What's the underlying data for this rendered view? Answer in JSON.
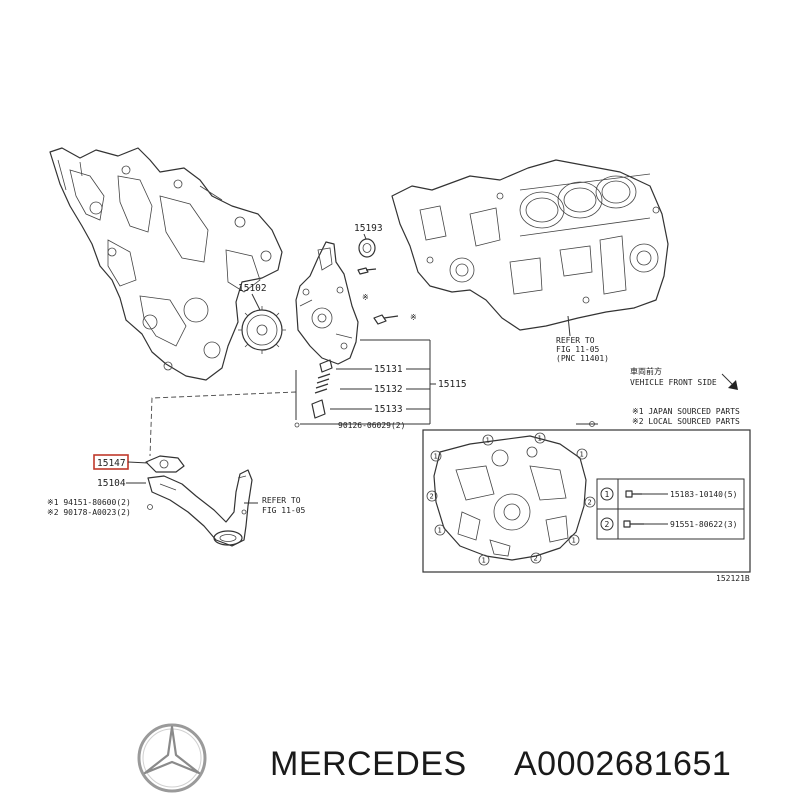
{
  "parts": {
    "p15193": "15193",
    "p15102": "15102",
    "p15131": "15131",
    "p15132": "15132",
    "p15133": "15133",
    "p15115": "15115",
    "p90126": "90126-06029(2)",
    "p15147": "15147",
    "p15104": "15104",
    "p94151": "※1 94151-80600(2)",
    "p90178": "※2 90178-A0023(2)",
    "b15183": "15183-10140(5)",
    "b91551": "91551-80622(3)"
  },
  "callouts": {
    "one": "1",
    "two": "2"
  },
  "notes": {
    "refer_fig_a1": "REFER TO",
    "refer_fig_a2": "FIG 11-05",
    "refer_fig_a3": "(PNC 11401)",
    "refer_fig_b1": "REFER TO",
    "refer_fig_b2": "FIG 11-05",
    "front_jp": "車両前方",
    "front_en": "VEHICLE FRONT SIDE",
    "japan_sourced": "※1 JAPAN SOURCED PARTS",
    "local_sourced": "※2 LOCAL SOURCED PARTS",
    "diagram_code": "152121B"
  },
  "brand": {
    "name": "MERCEDES",
    "part_number": "A0002681651",
    "logo_icon": "mercedes-star-icon"
  }
}
